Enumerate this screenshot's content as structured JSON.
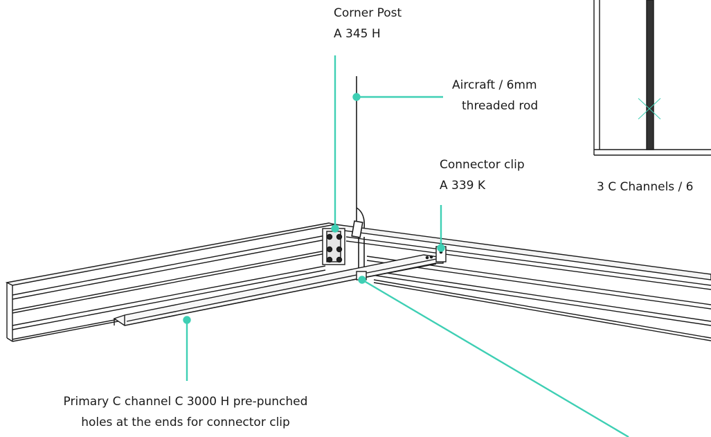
{
  "accent_color": "#3ecfb4",
  "line_color": "#1a1a1a",
  "labels": {
    "corner_post": {
      "line1": "Corner Post",
      "line2": "A 345 H"
    },
    "rod": {
      "line1": "Aircraft / 6mm",
      "line2": "threaded rod"
    },
    "connector_clip": {
      "line1": "Connector clip",
      "line2": "A 339 K"
    },
    "inset_caption": "3 C Channels / 6",
    "primary_channel": {
      "line1": "Primary C channel C 3000 H pre-punched",
      "line2": "holes at the ends for connector clip"
    }
  }
}
